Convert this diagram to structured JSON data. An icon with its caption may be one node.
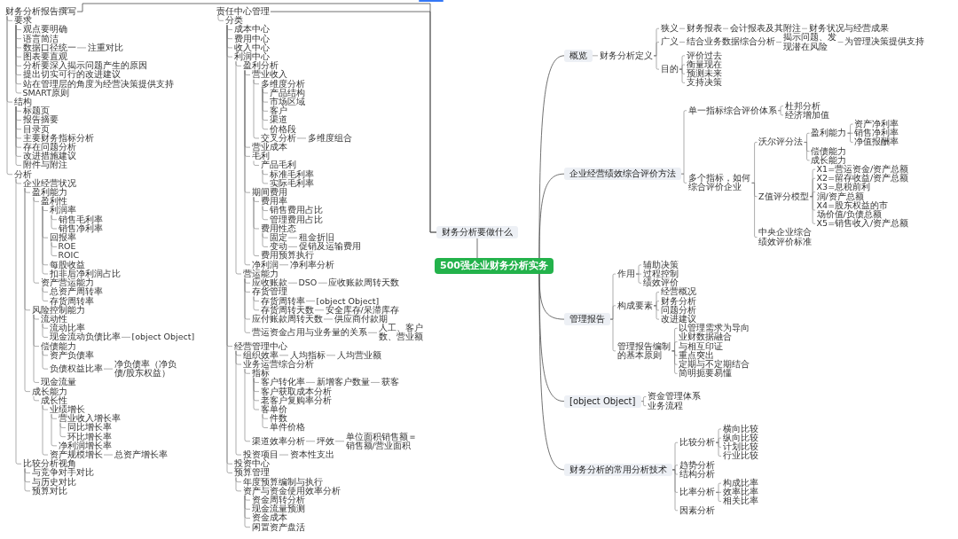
{
  "diagram": {
    "nodes": [
      {
        "text": [
          "500强企业财务分析实务"
        ]
      },
      {
        "text": [
          "财务分析要做什么"
        ]
      },
      {
        "text": [
          "财务分析报告撰写"
        ]
      },
      {
        "text": [
          "要求"
        ]
      },
      {
        "text": [
          "观点要明确"
        ]
      },
      {
        "text": [
          "语言简洁"
        ]
      },
      {
        "text": [
          "数据口径统一"
        ]
      },
      {
        "text": [
          "注重对比"
        ]
      },
      {
        "text": [
          "图表要直观"
        ]
      },
      {
        "text": [
          "分析要深入揭示问题产生的原因"
        ]
      },
      {
        "text": [
          "提出切实可行的改进建议"
        ]
      },
      {
        "text": [
          "站在管理层的角度为经营决策提供支持"
        ]
      },
      {
        "text": [
          "SMART原则"
        ]
      },
      {
        "text": [
          "结构"
        ]
      },
      {
        "text": [
          "标题页"
        ]
      },
      {
        "text": [
          "报告摘要"
        ]
      },
      {
        "text": [
          "目录页"
        ]
      },
      {
        "text": [
          "主要财务指标分析"
        ]
      },
      {
        "text": [
          "存在问题分析"
        ]
      },
      {
        "text": [
          "改进措施建议"
        ]
      },
      {
        "text": [
          "附件与附注"
        ]
      },
      {
        "text": [
          "分析"
        ]
      },
      {
        "text": [
          "企业经营状况"
        ]
      },
      {
        "text": [
          "盈利能力"
        ]
      },
      {
        "text": [
          "盈利性"
        ]
      },
      {
        "text": [
          "利润率"
        ]
      },
      {
        "text": [
          "销售毛利率"
        ]
      },
      {
        "text": [
          "销售净利率"
        ]
      },
      {
        "text": [
          "回报率"
        ]
      },
      {
        "text": [
          "ROE"
        ]
      },
      {
        "text": [
          "ROIC"
        ]
      },
      {
        "text": [
          "每股收益"
        ]
      },
      {
        "text": [
          "扣非后净利润占比"
        ]
      },
      {
        "text": [
          "资产营运能力"
        ]
      },
      {
        "text": [
          "总资产周转率"
        ]
      },
      {
        "text": [
          "存货周转率"
        ]
      },
      {
        "text": [
          "风险控制能力"
        ]
      },
      {
        "text": [
          "流动性"
        ]
      },
      {
        "text": [
          "流动比率"
        ]
      },
      {
        "text": [
          "现金流动负债比率"
        ]
      },
      {
        "text": [
          "[object Object]"
        ]
      },
      {
        "text": [
          "偿债能力"
        ]
      },
      {
        "text": [
          "资产负债率"
        ]
      },
      {
        "text": [
          "负债权益比率"
        ]
      },
      {
        "text": [
          "净负债率（净负债/股东权益）"
        ]
      },
      {
        "text": [
          "现金流量"
        ]
      },
      {
        "text": [
          "成长能力"
        ]
      },
      {
        "text": [
          "成长性"
        ]
      },
      {
        "text": [
          "业绩增长"
        ]
      },
      {
        "text": [
          "营业收入增长率"
        ]
      },
      {
        "text": [
          "同比增长率"
        ]
      },
      {
        "text": [
          "环比增长率"
        ]
      },
      {
        "text": [
          "净利润增长率"
        ]
      },
      {
        "text": [
          "资产规模增长"
        ]
      },
      {
        "text": [
          "总资产增长率"
        ]
      },
      {
        "text": [
          "比较分析视角"
        ]
      },
      {
        "text": [
          "与竞争对手对比"
        ]
      },
      {
        "text": [
          "与历史对比"
        ]
      },
      {
        "text": [
          "预算对比"
        ]
      },
      {
        "text": [
          "责任中心管理"
        ]
      },
      {
        "text": [
          "分类"
        ]
      },
      {
        "text": [
          "成本中心"
        ]
      },
      {
        "text": [
          "费用中心"
        ]
      },
      {
        "text": [
          "收入中心"
        ]
      },
      {
        "text": [
          "利润中心"
        ]
      },
      {
        "text": [
          "盈利分析"
        ]
      },
      {
        "text": [
          "营业收入"
        ]
      },
      {
        "text": [
          "多维度分析"
        ]
      },
      {
        "text": [
          "产品结构"
        ]
      },
      {
        "text": [
          "市场区域"
        ]
      },
      {
        "text": [
          "客户"
        ]
      },
      {
        "text": [
          "渠道"
        ]
      },
      {
        "text": [
          "价格段"
        ]
      },
      {
        "text": [
          "交叉分析"
        ]
      },
      {
        "text": [
          "多维度组合"
        ]
      },
      {
        "text": [
          "营业成本"
        ]
      },
      {
        "text": [
          "毛利"
        ]
      },
      {
        "text": [
          "产品毛利"
        ]
      },
      {
        "text": [
          "标准毛利率"
        ]
      },
      {
        "text": [
          "实际毛利率"
        ]
      },
      {
        "text": [
          "期间费用"
        ]
      },
      {
        "text": [
          "费用率"
        ]
      },
      {
        "text": [
          "销售费用占比"
        ]
      },
      {
        "text": [
          "管理费用占比"
        ]
      },
      {
        "text": [
          "费用性态"
        ]
      },
      {
        "text": [
          "固定"
        ]
      },
      {
        "text": [
          "租金折旧"
        ]
      },
      {
        "text": [
          "变动"
        ]
      },
      {
        "text": [
          "促销及运输费用"
        ]
      },
      {
        "text": [
          "费用预算执行"
        ]
      },
      {
        "text": [
          "净利润"
        ]
      },
      {
        "text": [
          "净利率分析"
        ]
      },
      {
        "text": [
          "营运能力"
        ]
      },
      {
        "text": [
          "应收账款"
        ]
      },
      {
        "text": [
          "DSO"
        ]
      },
      {
        "text": [
          "应收账款周转天数"
        ]
      },
      {
        "text": [
          "存货管理"
        ]
      },
      {
        "text": [
          "存货周转率"
        ]
      },
      {
        "text": [
          "[object Object]"
        ]
      },
      {
        "text": [
          "存货周转天数"
        ]
      },
      {
        "text": [
          "安全库存/呆滞库存"
        ]
      },
      {
        "text": [
          "应付账款周转天数"
        ]
      },
      {
        "text": [
          "供应商付款期"
        ]
      },
      {
        "text": [
          "营运资金占用与业务量的关系"
        ]
      },
      {
        "text": [
          "人工、客户数、营业额"
        ]
      },
      {
        "text": [
          "经营管理中心"
        ]
      },
      {
        "text": [
          "组织效率"
        ]
      },
      {
        "text": [
          "人均指标"
        ]
      },
      {
        "text": [
          "人均营业额"
        ]
      },
      {
        "text": [
          "业务运营综合分析"
        ]
      },
      {
        "text": [
          "指标"
        ]
      },
      {
        "text": [
          "客户转化率"
        ]
      },
      {
        "text": [
          "新增客户数量"
        ]
      },
      {
        "text": [
          "获客"
        ]
      },
      {
        "text": [
          "客户获取成本分析"
        ]
      },
      {
        "text": [
          "老客户复购率分析"
        ]
      },
      {
        "text": [
          "客单价"
        ]
      },
      {
        "text": [
          "件数"
        ]
      },
      {
        "text": [
          "单件价格"
        ]
      },
      {
        "text": [
          "渠道效率分析"
        ]
      },
      {
        "text": [
          "坪效"
        ]
      },
      {
        "text": [
          "单位面积销售额＝销售额/营业面积"
        ]
      },
      {
        "text": [
          "投资项目"
        ]
      },
      {
        "text": [
          "资本性支出"
        ]
      },
      {
        "text": [
          "投资中心"
        ]
      },
      {
        "text": [
          "预算管理"
        ]
      },
      {
        "text": [
          "年度预算编制与执行"
        ]
      },
      {
        "text": [
          "资产与资金使用效率分析"
        ]
      },
      {
        "text": [
          "资金周转分析"
        ]
      },
      {
        "text": [
          "现金流量预测"
        ]
      },
      {
        "text": [
          "资金成本"
        ]
      },
      {
        "text": [
          "闲置资产盘活"
        ]
      },
      {
        "text": [
          "概览"
        ]
      },
      {
        "text": [
          "财务分析定义"
        ]
      },
      {
        "text": [
          "狭义"
        ]
      },
      {
        "text": [
          "财务报表"
        ]
      },
      {
        "text": [
          "会计报表及其附注"
        ]
      },
      {
        "text": [
          "财务状况与经营成果"
        ]
      },
      {
        "text": [
          "广义"
        ]
      },
      {
        "text": [
          "结合业务数据综合分析"
        ]
      },
      {
        "text": [
          "揭示问题、发现潜在风险"
        ]
      },
      {
        "text": [
          "为管理决策提供支持"
        ]
      },
      {
        "text": [
          "目的"
        ]
      },
      {
        "text": [
          "评价过去"
        ]
      },
      {
        "text": [
          "衡量现在"
        ]
      },
      {
        "text": [
          "预测未来"
        ]
      },
      {
        "text": [
          "支持决策"
        ]
      },
      {
        "text": [
          "企业经营绩效综合评价方法"
        ]
      },
      {
        "text": [
          "单一指标综合评价体系"
        ]
      },
      {
        "text": [
          "杜邦分析"
        ]
      },
      {
        "text": [
          "经济增加值"
        ]
      },
      {
        "text": [
          "多个指标，如何综合评价企业"
        ]
      },
      {
        "text": [
          "沃尔评分法"
        ]
      },
      {
        "text": [
          "盈利能力"
        ]
      },
      {
        "text": [
          "资产净利率"
        ]
      },
      {
        "text": [
          "销售净利率"
        ]
      },
      {
        "text": [
          "净值报酬率"
        ]
      },
      {
        "text": [
          "偿债能力"
        ]
      },
      {
        "text": [
          "成长能力"
        ]
      },
      {
        "text": [
          "Z值评分模型"
        ]
      },
      {
        "text": [
          "X1=营运资金/资产总额"
        ]
      },
      {
        "text": [
          "X2=留存收益/资产总额"
        ]
      },
      {
        "text": [
          "X3=息税前利润/资产总额"
        ]
      },
      {
        "text": [
          "X4=股东权益的市场价值/负债总额"
        ]
      },
      {
        "text": [
          "X5=销售收入/资产总额"
        ]
      },
      {
        "text": [
          "中央企业综合绩效评价标准"
        ]
      },
      {
        "text": [
          "管理报告"
        ]
      },
      {
        "text": [
          "作用"
        ]
      },
      {
        "text": [
          "辅助决策"
        ]
      },
      {
        "text": [
          "过程控制"
        ]
      },
      {
        "text": [
          "绩效评价"
        ]
      },
      {
        "text": [
          "构成要素"
        ]
      },
      {
        "text": [
          "经营概况"
        ]
      },
      {
        "text": [
          "财务分析"
        ]
      },
      {
        "text": [
          "问题分析"
        ]
      },
      {
        "text": [
          "改进建议"
        ]
      },
      {
        "text": [
          "管理报告编制的基本原则"
        ]
      },
      {
        "text": [
          "以管理需求为导向"
        ]
      },
      {
        "text": [
          "业财数据融合与相互印证"
        ]
      },
      {
        "text": [
          "重点突出"
        ]
      },
      {
        "text": [
          "定期与不定期结合"
        ]
      },
      {
        "text": [
          "简明扼要易懂"
        ]
      },
      {
        "text": [
          "[object Object]"
        ]
      },
      {
        "text": [
          "资金管理体系"
        ]
      },
      {
        "text": [
          "业务流程"
        ]
      },
      {
        "text": [
          "财务分析的常用分析技术"
        ]
      },
      {
        "text": [
          "比较分析"
        ]
      },
      {
        "text": [
          "横向比较"
        ]
      },
      {
        "text": [
          "纵向比较"
        ]
      },
      {
        "text": [
          "计划比较"
        ]
      },
      {
        "text": [
          "行业比较"
        ]
      },
      {
        "text": [
          "趋势分析"
        ]
      },
      {
        "text": [
          "结构分析"
        ]
      },
      {
        "text": [
          "比率分析"
        ]
      },
      {
        "text": [
          "构成比率"
        ]
      },
      {
        "text": [
          "效率比率"
        ]
      },
      {
        "text": [
          "相关比率"
        ]
      },
      {
        "text": [
          "因素分析"
        ]
      }
    ],
    "edges": [
      {
        "from": 0,
        "to": 1,
        "arrow": "none"
      },
      {
        "from": 1,
        "to": 2,
        "arrow": "none"
      },
      {
        "from": 2,
        "to": 3,
        "arrow": "none"
      },
      {
        "from": 3,
        "to": 4,
        "arrow": "none"
      },
      {
        "from": 3,
        "to": 5,
        "arrow": "none"
      },
      {
        "from": 3,
        "to": 6,
        "arrow": "none"
      },
      {
        "from": 6,
        "to": 7,
        "arrow": "none"
      },
      {
        "from": 3,
        "to": 8,
        "arrow": "none"
      },
      {
        "from": 3,
        "to": 9,
        "arrow": "none"
      },
      {
        "from": 3,
        "to": 10,
        "arrow": "none"
      },
      {
        "from": 3,
        "to": 11,
        "arrow": "none"
      },
      {
        "from": 3,
        "to": 12,
        "arrow": "none"
      },
      {
        "from": 2,
        "to": 13,
        "arrow": "none"
      },
      {
        "from": 13,
        "to": 14,
        "arrow": "none"
      },
      {
        "from": 13,
        "to": 15,
        "arrow": "none"
      },
      {
        "from": 13,
        "to": 16,
        "arrow": "none"
      },
      {
        "from": 13,
        "to": 17,
        "arrow": "none"
      },
      {
        "from": 13,
        "to": 18,
        "arrow": "none"
      },
      {
        "from": 13,
        "to": 19,
        "arrow": "none"
      },
      {
        "from": 13,
        "to": 20,
        "arrow": "none"
      },
      {
        "from": 2,
        "to": 21,
        "arrow": "none"
      },
      {
        "from": 21,
        "to": 22,
        "arrow": "none"
      },
      {
        "from": 22,
        "to": 23,
        "arrow": "none"
      },
      {
        "from": 23,
        "to": 24,
        "arrow": "none"
      },
      {
        "from": 24,
        "to": 25,
        "arrow": "none"
      },
      {
        "from": 25,
        "to": 26,
        "arrow": "none"
      },
      {
        "from": 25,
        "to": 27,
        "arrow": "none"
      },
      {
        "from": 24,
        "to": 28,
        "arrow": "none"
      },
      {
        "from": 28,
        "to": 29,
        "arrow": "none"
      },
      {
        "from": 28,
        "to": 30,
        "arrow": "none"
      },
      {
        "from": 24,
        "to": 31,
        "arrow": "none"
      },
      {
        "from": 24,
        "to": 32,
        "arrow": "none"
      },
      {
        "from": 23,
        "to": 33,
        "arrow": "none"
      },
      {
        "from": 33,
        "to": 34,
        "arrow": "none"
      },
      {
        "from": 33,
        "to": 35,
        "arrow": "none"
      },
      {
        "from": 22,
        "to": 36,
        "arrow": "none"
      },
      {
        "from": 36,
        "to": 37,
        "arrow": "none"
      },
      {
        "from": 37,
        "to": 38,
        "arrow": "none"
      },
      {
        "from": 37,
        "to": 39,
        "arrow": "none"
      },
      {
        "from": 39,
        "to": 40,
        "arrow": "none"
      },
      {
        "from": 36,
        "to": 41,
        "arrow": "none"
      },
      {
        "from": 41,
        "to": 42,
        "arrow": "none"
      },
      {
        "from": 41,
        "to": 43,
        "arrow": "none"
      },
      {
        "from": 43,
        "to": 44,
        "arrow": "none"
      },
      {
        "from": 36,
        "to": 45,
        "arrow": "none"
      },
      {
        "from": 22,
        "to": 46,
        "arrow": "none"
      },
      {
        "from": 46,
        "to": 47,
        "arrow": "none"
      },
      {
        "from": 47,
        "to": 48,
        "arrow": "none"
      },
      {
        "from": 48,
        "to": 49,
        "arrow": "none"
      },
      {
        "from": 49,
        "to": 50,
        "arrow": "none"
      },
      {
        "from": 49,
        "to": 51,
        "arrow": "none"
      },
      {
        "from": 48,
        "to": 52,
        "arrow": "none"
      },
      {
        "from": 47,
        "to": 53,
        "arrow": "none"
      },
      {
        "from": 53,
        "to": 54,
        "arrow": "none"
      },
      {
        "from": 21,
        "to": 55,
        "arrow": "none"
      },
      {
        "from": 55,
        "to": 56,
        "arrow": "none"
      },
      {
        "from": 55,
        "to": 57,
        "arrow": "none"
      },
      {
        "from": 55,
        "to": 58,
        "arrow": "none"
      },
      {
        "from": 1,
        "to": 59,
        "arrow": "none"
      },
      {
        "from": 59,
        "to": 60,
        "arrow": "none"
      },
      {
        "from": 60,
        "to": 61,
        "arrow": "none"
      },
      {
        "from": 60,
        "to": 62,
        "arrow": "none"
      },
      {
        "from": 60,
        "to": 63,
        "arrow": "none"
      },
      {
        "from": 60,
        "to": 64,
        "arrow": "none"
      },
      {
        "from": 64,
        "to": 65,
        "arrow": "none"
      },
      {
        "from": 65,
        "to": 66,
        "arrow": "none"
      },
      {
        "from": 66,
        "to": 67,
        "arrow": "none"
      },
      {
        "from": 67,
        "to": 68,
        "arrow": "none"
      },
      {
        "from": 67,
        "to": 69,
        "arrow": "none"
      },
      {
        "from": 67,
        "to": 70,
        "arrow": "none"
      },
      {
        "from": 67,
        "to": 71,
        "arrow": "none"
      },
      {
        "from": 67,
        "to": 72,
        "arrow": "none"
      },
      {
        "from": 66,
        "to": 73,
        "arrow": "none"
      },
      {
        "from": 73,
        "to": 74,
        "arrow": "none"
      },
      {
        "from": 65,
        "to": 75,
        "arrow": "none"
      },
      {
        "from": 65,
        "to": 76,
        "arrow": "none"
      },
      {
        "from": 76,
        "to": 77,
        "arrow": "none"
      },
      {
        "from": 77,
        "to": 78,
        "arrow": "none"
      },
      {
        "from": 77,
        "to": 79,
        "arrow": "none"
      },
      {
        "from": 65,
        "to": 80,
        "arrow": "none"
      },
      {
        "from": 80,
        "to": 81,
        "arrow": "none"
      },
      {
        "from": 81,
        "to": 82,
        "arrow": "none"
      },
      {
        "from": 81,
        "to": 83,
        "arrow": "none"
      },
      {
        "from": 80,
        "to": 84,
        "arrow": "none"
      },
      {
        "from": 84,
        "to": 85,
        "arrow": "none"
      },
      {
        "from": 85,
        "to": 86,
        "arrow": "none"
      },
      {
        "from": 84,
        "to": 87,
        "arrow": "none"
      },
      {
        "from": 87,
        "to": 88,
        "arrow": "none"
      },
      {
        "from": 80,
        "to": 89,
        "arrow": "none"
      },
      {
        "from": 65,
        "to": 90,
        "arrow": "none"
      },
      {
        "from": 90,
        "to": 91,
        "arrow": "none"
      },
      {
        "from": 64,
        "to": 92,
        "arrow": "none"
      },
      {
        "from": 92,
        "to": 93,
        "arrow": "none"
      },
      {
        "from": 93,
        "to": 94,
        "arrow": "none"
      },
      {
        "from": 94,
        "to": 95,
        "arrow": "none"
      },
      {
        "from": 92,
        "to": 96,
        "arrow": "none"
      },
      {
        "from": 96,
        "to": 97,
        "arrow": "none"
      },
      {
        "from": 97,
        "to": 98,
        "arrow": "none"
      },
      {
        "from": 96,
        "to": 99,
        "arrow": "none"
      },
      {
        "from": 99,
        "to": 100,
        "arrow": "none"
      },
      {
        "from": 92,
        "to": 101,
        "arrow": "none"
      },
      {
        "from": 101,
        "to": 102,
        "arrow": "none"
      },
      {
        "from": 92,
        "to": 103,
        "arrow": "none"
      },
      {
        "from": 103,
        "to": 104,
        "arrow": "none"
      },
      {
        "from": 60,
        "to": 105,
        "arrow": "none"
      },
      {
        "from": 105,
        "to": 106,
        "arrow": "none"
      },
      {
        "from": 106,
        "to": 107,
        "arrow": "none"
      },
      {
        "from": 107,
        "to": 108,
        "arrow": "none"
      },
      {
        "from": 105,
        "to": 109,
        "arrow": "none"
      },
      {
        "from": 109,
        "to": 110,
        "arrow": "none"
      },
      {
        "from": 110,
        "to": 111,
        "arrow": "none"
      },
      {
        "from": 111,
        "to": 112,
        "arrow": "none"
      },
      {
        "from": 112,
        "to": 113,
        "arrow": "none"
      },
      {
        "from": 110,
        "to": 114,
        "arrow": "none"
      },
      {
        "from": 110,
        "to": 115,
        "arrow": "none"
      },
      {
        "from": 110,
        "to": 116,
        "arrow": "none"
      },
      {
        "from": 116,
        "to": 117,
        "arrow": "none"
      },
      {
        "from": 116,
        "to": 118,
        "arrow": "none"
      },
      {
        "from": 109,
        "to": 119,
        "arrow": "none"
      },
      {
        "from": 119,
        "to": 120,
        "arrow": "none"
      },
      {
        "from": 120,
        "to": 121,
        "arrow": "none"
      },
      {
        "from": 105,
        "to": 122,
        "arrow": "none"
      },
      {
        "from": 122,
        "to": 123,
        "arrow": "none"
      },
      {
        "from": 60,
        "to": 124,
        "arrow": "none"
      },
      {
        "from": 60,
        "to": 125,
        "arrow": "none"
      },
      {
        "from": 125,
        "to": 126,
        "arrow": "none"
      },
      {
        "from": 125,
        "to": 127,
        "arrow": "none"
      },
      {
        "from": 127,
        "to": 128,
        "arrow": "none"
      },
      {
        "from": 127,
        "to": 129,
        "arrow": "none"
      },
      {
        "from": 127,
        "to": 130,
        "arrow": "none"
      },
      {
        "from": 127,
        "to": 131,
        "arrow": "none"
      },
      {
        "from": 0,
        "to": 132,
        "arrow": "none"
      },
      {
        "from": 132,
        "to": 133,
        "arrow": "none"
      },
      {
        "from": 133,
        "to": 134,
        "arrow": "none"
      },
      {
        "from": 134,
        "to": 135,
        "arrow": "none"
      },
      {
        "from": 135,
        "to": 136,
        "arrow": "none"
      },
      {
        "from": 136,
        "to": 137,
        "arrow": "none"
      },
      {
        "from": 133,
        "to": 138,
        "arrow": "none"
      },
      {
        "from": 138,
        "to": 139,
        "arrow": "none"
      },
      {
        "from": 139,
        "to": 140,
        "arrow": "none"
      },
      {
        "from": 140,
        "to": 141,
        "arrow": "none"
      },
      {
        "from": 133,
        "to": 142,
        "arrow": "none"
      },
      {
        "from": 142,
        "to": 143,
        "arrow": "none"
      },
      {
        "from": 142,
        "to": 144,
        "arrow": "none"
      },
      {
        "from": 142,
        "to": 145,
        "arrow": "none"
      },
      {
        "from": 142,
        "to": 146,
        "arrow": "none"
      },
      {
        "from": 0,
        "to": 147,
        "arrow": "none"
      },
      {
        "from": 147,
        "to": 148,
        "arrow": "none"
      },
      {
        "from": 148,
        "to": 149,
        "arrow": "none"
      },
      {
        "from": 148,
        "to": 150,
        "arrow": "none"
      },
      {
        "from": 147,
        "to": 151,
        "arrow": "none"
      },
      {
        "from": 151,
        "to": 152,
        "arrow": "none"
      },
      {
        "from": 152,
        "to": 153,
        "arrow": "none"
      },
      {
        "from": 153,
        "to": 154,
        "arrow": "none"
      },
      {
        "from": 153,
        "to": 155,
        "arrow": "none"
      },
      {
        "from": 153,
        "to": 156,
        "arrow": "none"
      },
      {
        "from": 152,
        "to": 157,
        "arrow": "none"
      },
      {
        "from": 152,
        "to": 158,
        "arrow": "none"
      },
      {
        "from": 151,
        "to": 159,
        "arrow": "none"
      },
      {
        "from": 159,
        "to": 160,
        "arrow": "none"
      },
      {
        "from": 159,
        "to": 161,
        "arrow": "none"
      },
      {
        "from": 159,
        "to": 162,
        "arrow": "none"
      },
      {
        "from": 159,
        "to": 163,
        "arrow": "none"
      },
      {
        "from": 159,
        "to": 164,
        "arrow": "none"
      },
      {
        "from": 151,
        "to": 165,
        "arrow": "none"
      },
      {
        "from": 0,
        "to": 166,
        "arrow": "none"
      },
      {
        "from": 166,
        "to": 167,
        "arrow": "none"
      },
      {
        "from": 167,
        "to": 168,
        "arrow": "none"
      },
      {
        "from": 167,
        "to": 169,
        "arrow": "none"
      },
      {
        "from": 167,
        "to": 170,
        "arrow": "none"
      },
      {
        "from": 166,
        "to": 171,
        "arrow": "none"
      },
      {
        "from": 171,
        "to": 172,
        "arrow": "none"
      },
      {
        "from": 171,
        "to": 173,
        "arrow": "none"
      },
      {
        "from": 171,
        "to": 174,
        "arrow": "none"
      },
      {
        "from": 171,
        "to": 175,
        "arrow": "none"
      },
      {
        "from": 166,
        "to": 176,
        "arrow": "none"
      },
      {
        "from": 176,
        "to": 177,
        "arrow": "none"
      },
      {
        "from": 176,
        "to": 178,
        "arrow": "none"
      },
      {
        "from": 176,
        "to": 179,
        "arrow": "none"
      },
      {
        "from": 176,
        "to": 180,
        "arrow": "none"
      },
      {
        "from": 176,
        "to": 181,
        "arrow": "none"
      },
      {
        "from": 0,
        "to": 182,
        "arrow": "none"
      },
      {
        "from": 182,
        "to": 183,
        "arrow": "none"
      },
      {
        "from": 182,
        "to": 184,
        "arrow": "none"
      },
      {
        "from": 0,
        "to": 185,
        "arrow": "none"
      },
      {
        "from": 185,
        "to": 186,
        "arrow": "none"
      },
      {
        "from": 186,
        "to": 187,
        "arrow": "none"
      },
      {
        "from": 186,
        "to": 188,
        "arrow": "none"
      },
      {
        "from": 186,
        "to": 189,
        "arrow": "none"
      },
      {
        "from": 186,
        "to": 190,
        "arrow": "none"
      },
      {
        "from": 185,
        "to": 191,
        "arrow": "none"
      },
      {
        "from": 185,
        "to": 192,
        "arrow": "none"
      },
      {
        "from": 185,
        "to": 193,
        "arrow": "none"
      },
      {
        "from": 193,
        "to": 194,
        "arrow": "none"
      },
      {
        "from": 193,
        "to": 195,
        "arrow": "none"
      },
      {
        "from": 193,
        "to": 196,
        "arrow": "none"
      },
      {
        "from": 185,
        "to": 197,
        "arrow": "none"
      }
    ]
  }
}
